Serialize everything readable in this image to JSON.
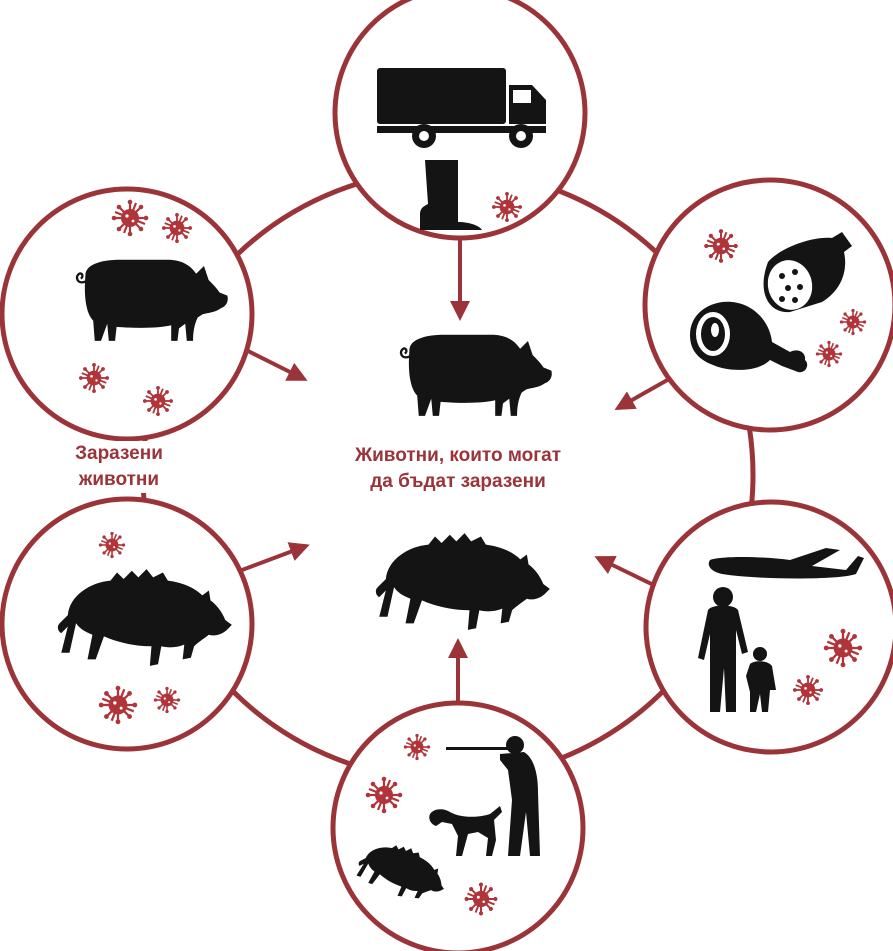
{
  "colors": {
    "accent": "#9b3438",
    "virus": "#b0353a",
    "silhouette": "#141414",
    "background": "#ffffff"
  },
  "center": {
    "label_line1": "Животни, които могат",
    "label_line2": "да бъдат заразени",
    "icons": [
      "pig-icon",
      "wild-boar-icon"
    ]
  },
  "side_label": {
    "line1": "Заразени",
    "line2": "животни"
  },
  "nodes": [
    {
      "name": "transport-node",
      "icons": [
        "truck-icon",
        "rubber-boot-icon",
        "virus-icon"
      ]
    },
    {
      "name": "meat-products-node",
      "icons": [
        "sausage-icon",
        "ham-icon",
        "virus-icon"
      ]
    },
    {
      "name": "travelers-node",
      "icons": [
        "airplane-icon",
        "adult-with-child-icon",
        "virus-icon"
      ]
    },
    {
      "name": "hunting-node",
      "icons": [
        "hunter-icon",
        "dog-icon",
        "wild-boar-icon",
        "virus-icon"
      ]
    },
    {
      "name": "infected-boar-node",
      "icons": [
        "wild-boar-icon",
        "virus-icon"
      ]
    },
    {
      "name": "infected-pig-node",
      "icons": [
        "pig-icon",
        "virus-icon"
      ]
    }
  ]
}
